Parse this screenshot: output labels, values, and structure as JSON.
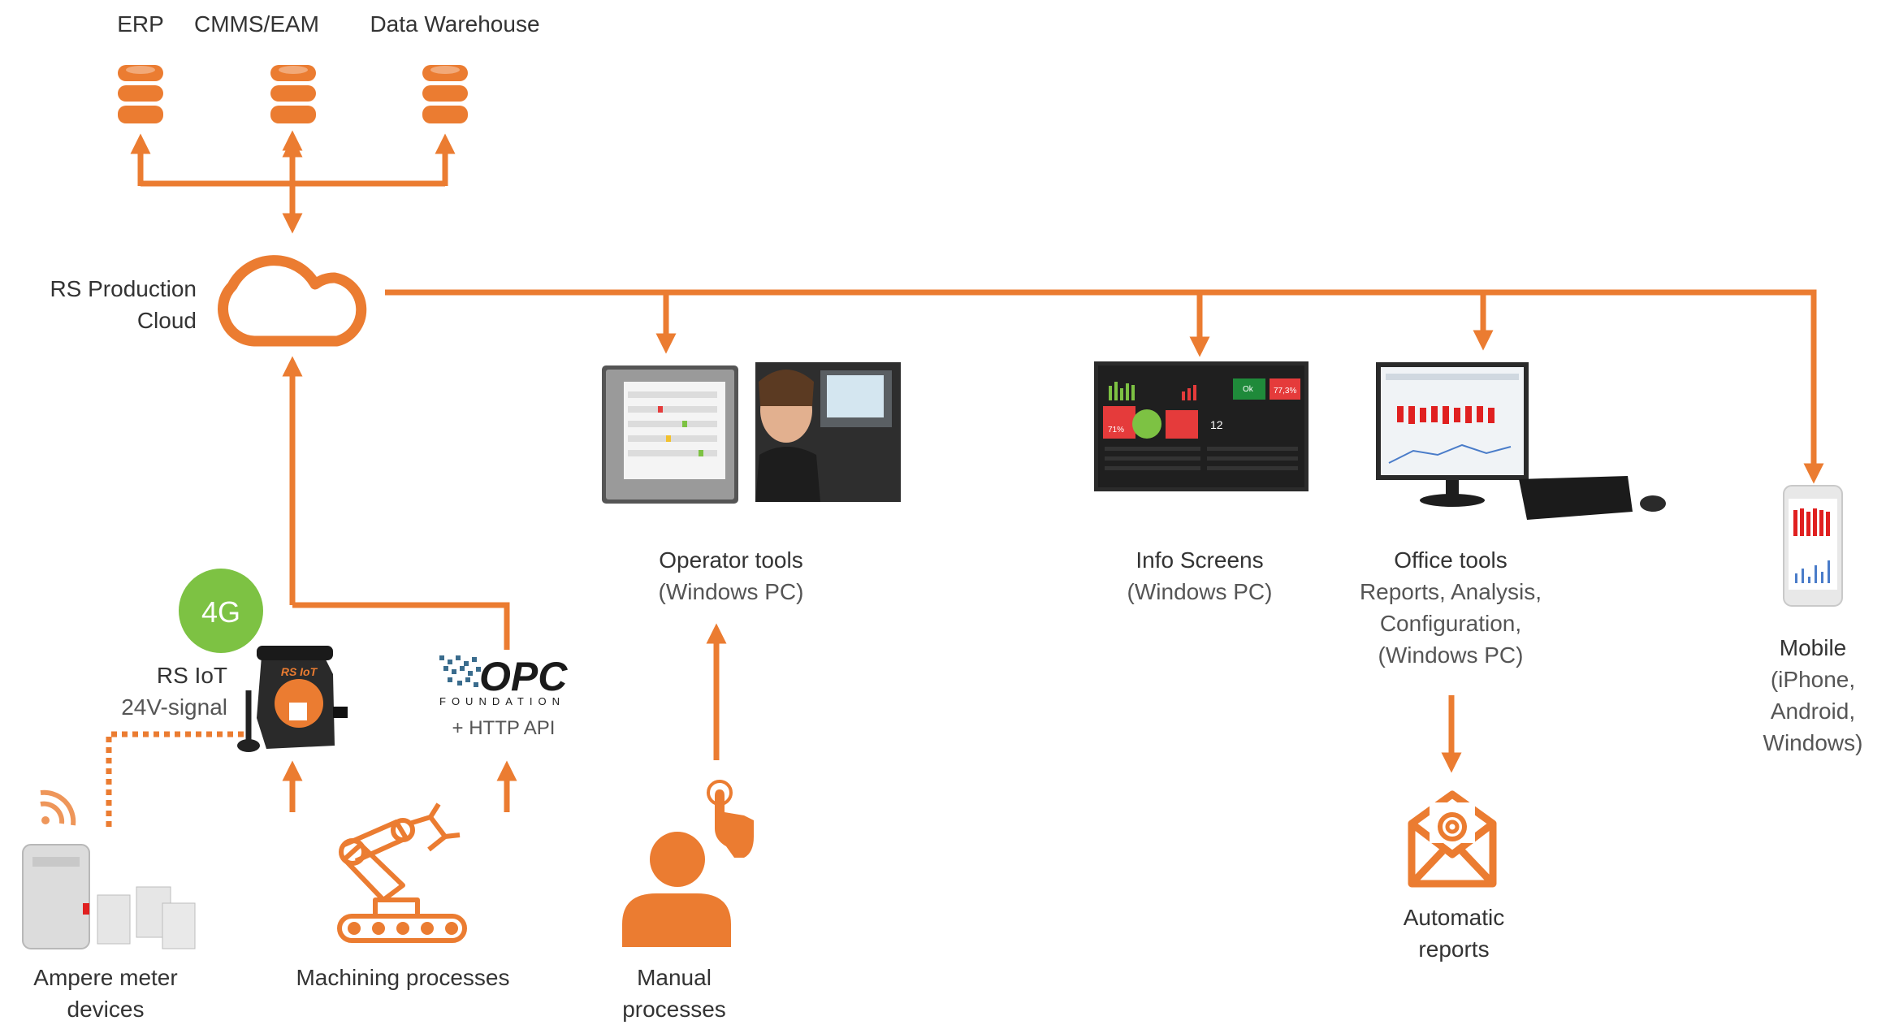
{
  "colors": {
    "accent": "#EB7C31",
    "green": "#7DC243",
    "text": "#333333",
    "dark": "#222222"
  },
  "top_systems": [
    {
      "label": "ERP",
      "icon": "database-icon"
    },
    {
      "label": "CMMS/EAM",
      "icon": "database-icon"
    },
    {
      "label": "Data Warehouse",
      "icon": "database-icon"
    }
  ],
  "cloud": {
    "line1": "RS Production",
    "line2": "Cloud",
    "icon": "cloud-icon"
  },
  "iot": {
    "badge": "4G",
    "title": "RS IoT",
    "subtitle": "24V-signal",
    "device_label": "RS IoT"
  },
  "opc": {
    "logo": "OPC",
    "foundation": "FOUNDATION",
    "api": "+ HTTP API"
  },
  "operator": {
    "title": "Operator tools",
    "subtitle": "(Windows PC)"
  },
  "info_screens": {
    "title": "Info Screens",
    "subtitle": "(Windows PC)",
    "screen_values": {
      "value_a": "77,3%",
      "value_b": "12",
      "value_c": "71%",
      "ok": "Ok"
    }
  },
  "office": {
    "title": "Office tools",
    "line2": "Reports, Analysis,",
    "line3": "Configuration,",
    "line4": "(Windows PC)"
  },
  "mobile": {
    "title": "Mobile",
    "line2": "(iPhone,",
    "line3": "Android,",
    "line4": "Windows)"
  },
  "reports": {
    "line1": "Automatic",
    "line2": "reports",
    "icon": "email-icon"
  },
  "sources": {
    "ampere": {
      "line1": "Ampere meter",
      "line2": "devices",
      "icon": "wifi-signal-icon"
    },
    "machining": {
      "label": "Machining processes",
      "icon": "robot-arm-icon"
    },
    "manual": {
      "line1": "Manual",
      "line2": "processes",
      "icon": "person-touch-icon"
    }
  }
}
